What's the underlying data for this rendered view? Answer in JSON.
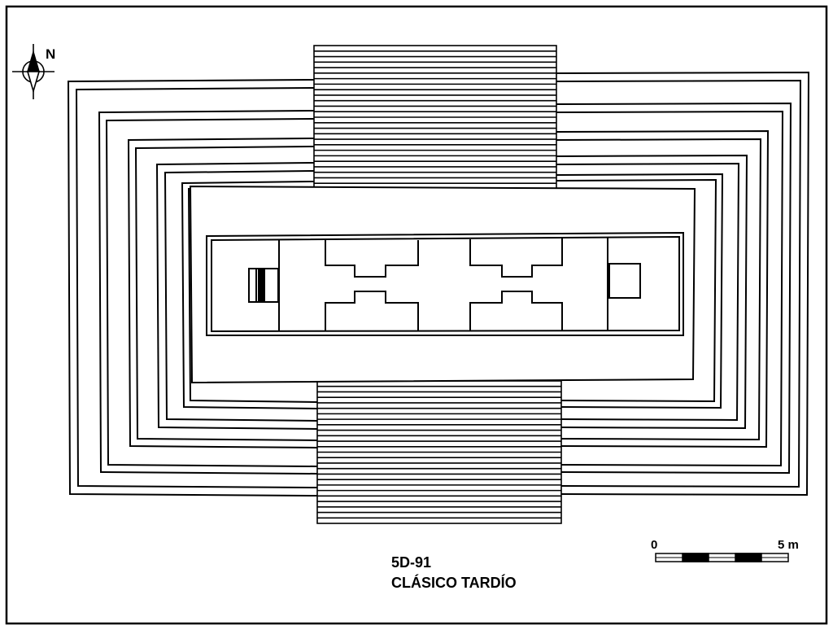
{
  "north_label": "N",
  "scale": {
    "start": "0",
    "end": "5 m"
  },
  "structure": {
    "name": "5D-91",
    "period": "CLÁSICO TARDÍO"
  },
  "colors": {
    "ink": "#000000",
    "paper": "#ffffff"
  }
}
